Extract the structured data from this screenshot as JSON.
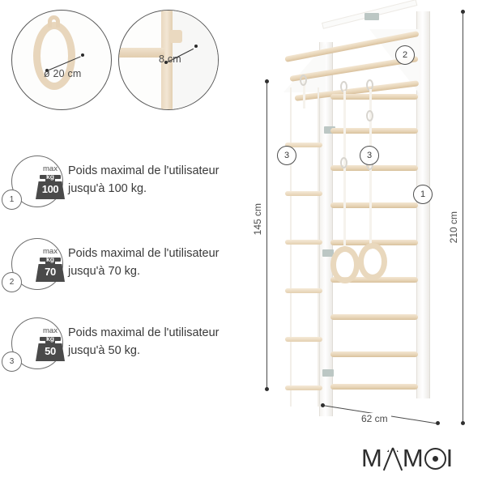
{
  "page": {
    "language": "fr",
    "background_color": "#ffffff",
    "text_color": "#3a3a3a"
  },
  "details": {
    "ring": {
      "label": "ø 20 cm",
      "icon": "gymnastic-ring",
      "description": "Wooden gymnastic ring diameter detail"
    },
    "beam": {
      "label": "8 cm",
      "icon": "wooden-beam",
      "description": "Wooden beam thickness detail"
    }
  },
  "capacities": [
    {
      "marker": "1",
      "max_label": "max",
      "value": "100",
      "unit": "kg",
      "text": "Poids maximal de l'utilisateur jusqu'à 100 kg."
    },
    {
      "marker": "2",
      "max_label": "max",
      "value": "70",
      "unit": "kg",
      "text": "Poids maximal de l'utilisateur jusqu'à 70 kg."
    },
    {
      "marker": "3",
      "max_label": "max",
      "value": "50",
      "unit": "kg",
      "text": "Poids maximal de l'utilisateur jusqu'à 50 kg."
    }
  ],
  "product": {
    "name": "wall-bars-gym",
    "callouts": [
      {
        "id": "callout-2-top",
        "label": "2"
      },
      {
        "id": "callout-3-ladder",
        "label": "3"
      },
      {
        "id": "callout-3-rings",
        "label": "3"
      },
      {
        "id": "callout-1-frame",
        "label": "1"
      }
    ],
    "parts": {
      "rope_ladder": "rope-ladder",
      "gym_rings": "gymnastic-rings",
      "frame": "wooden-frame",
      "brackets": "wall-mount-bracket"
    }
  },
  "dimensions": {
    "height_total": "210 cm",
    "height_accessory": "145 cm",
    "width": "62 cm"
  },
  "brand": {
    "name": "MAMOI",
    "letters": [
      "M",
      "A",
      "M",
      "O",
      "I"
    ],
    "color": "#2d2d2d"
  }
}
